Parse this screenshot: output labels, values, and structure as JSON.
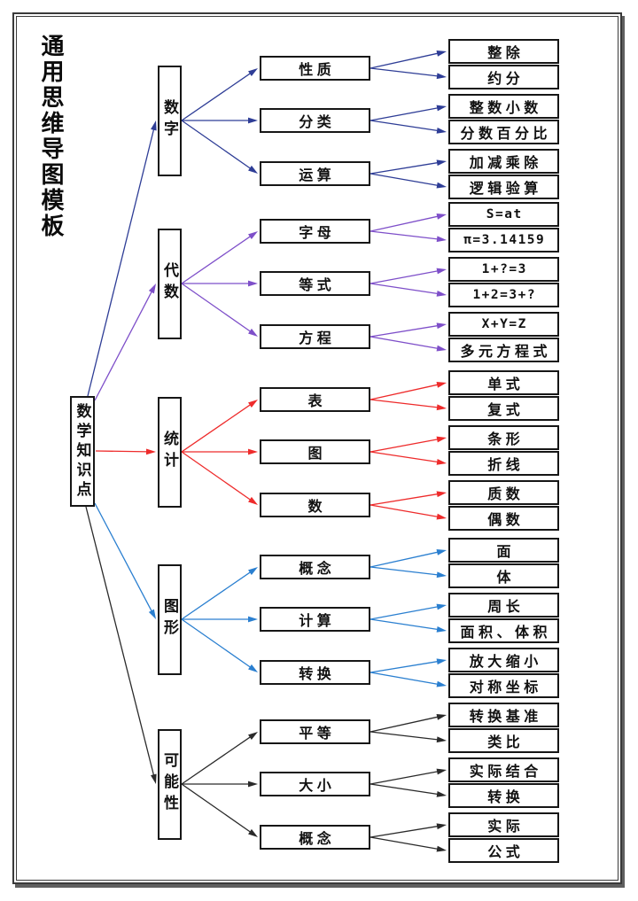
{
  "title": "通用思维导图模板",
  "root": {
    "label": "数学知识点"
  },
  "edge_colors": {
    "numbers": "#2e3d96",
    "algebra": "#7e4fc9",
    "statistics": "#ee2b2b",
    "shapes": "#2a7fd0",
    "possibility": "#2a2a2a"
  },
  "branches": [
    {
      "label": "数字",
      "color": "#2e3d96",
      "children": [
        {
          "label": "性质",
          "leaves": [
            "整除",
            "约分"
          ]
        },
        {
          "label": "分类",
          "leaves": [
            "整数小数",
            "分数百分比"
          ]
        },
        {
          "label": "运算",
          "leaves": [
            "加减乘除",
            "逻辑验算"
          ]
        }
      ]
    },
    {
      "label": "代数",
      "color": "#7e4fc9",
      "children": [
        {
          "label": "字母",
          "leaves": [
            "S=at",
            "π=3.14159"
          ]
        },
        {
          "label": "等式",
          "leaves": [
            "1+?=3",
            "1+2=3+?"
          ]
        },
        {
          "label": "方程",
          "leaves": [
            "X+Y=Z",
            "多元方程式"
          ]
        }
      ]
    },
    {
      "label": "统计",
      "color": "#ee2b2b",
      "children": [
        {
          "label": "表",
          "leaves": [
            "单式",
            "复式"
          ]
        },
        {
          "label": "图",
          "leaves": [
            "条形",
            "折线"
          ]
        },
        {
          "label": "数",
          "leaves": [
            "质数",
            "偶数"
          ]
        }
      ]
    },
    {
      "label": "图形",
      "color": "#2a7fd0",
      "children": [
        {
          "label": "概念",
          "leaves": [
            "面",
            "体"
          ]
        },
        {
          "label": "计算",
          "leaves": [
            "周长",
            "面积、体积"
          ]
        },
        {
          "label": "转换",
          "leaves": [
            "放大缩小",
            "对称坐标"
          ]
        }
      ]
    },
    {
      "label": "可能性",
      "color": "#2a2a2a",
      "children": [
        {
          "label": "平等",
          "leaves": [
            "转换基准",
            "类比"
          ]
        },
        {
          "label": "大小",
          "leaves": [
            "实际结合",
            "转换"
          ]
        },
        {
          "label": "概念",
          "leaves": [
            "实际",
            "公式"
          ]
        }
      ]
    }
  ]
}
